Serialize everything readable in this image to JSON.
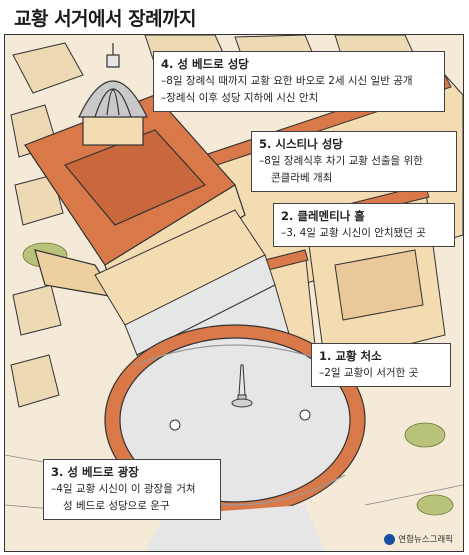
{
  "title": "교황 서거에서 장례까지",
  "callouts": {
    "c4": {
      "title": "4. 성 베드로 성당",
      "lines": [
        "–8일 장례식 때까지 교황 요한 바오로 2세 시신 일반 공개",
        "–장례식 이후 성당 지하에 시신 안치"
      ]
    },
    "c5": {
      "title": "5. 시스티나 성당",
      "lines": [
        "–8일 장례식후 차기 교황 선출을 위한",
        "콘클라베 개최"
      ]
    },
    "c2": {
      "title": "2. 클레멘티나 홀",
      "lines": [
        "–3, 4일 교황 시신이 안치됐던 곳"
      ]
    },
    "c1": {
      "title": "1. 교황 처소",
      "lines": [
        "–2일 교황이 서거한 곳"
      ]
    },
    "c3": {
      "title": "3. 성 베드로 광장",
      "lines": [
        "–4일 교황 시신이 이 광장을 거쳐",
        "성 베드로 성당으로 운구"
      ]
    }
  },
  "credit": "연합뉴스그래픽",
  "colors": {
    "roof": "#d9794a",
    "wall": "#f3dcb2",
    "plaza": "#e6e6e6",
    "ground": "#f4ead7",
    "greenery": "#b9c27a",
    "outline": "#333333"
  },
  "icons": [
    "dome-icon",
    "obelisk-icon",
    "credit-logo-icon"
  ]
}
